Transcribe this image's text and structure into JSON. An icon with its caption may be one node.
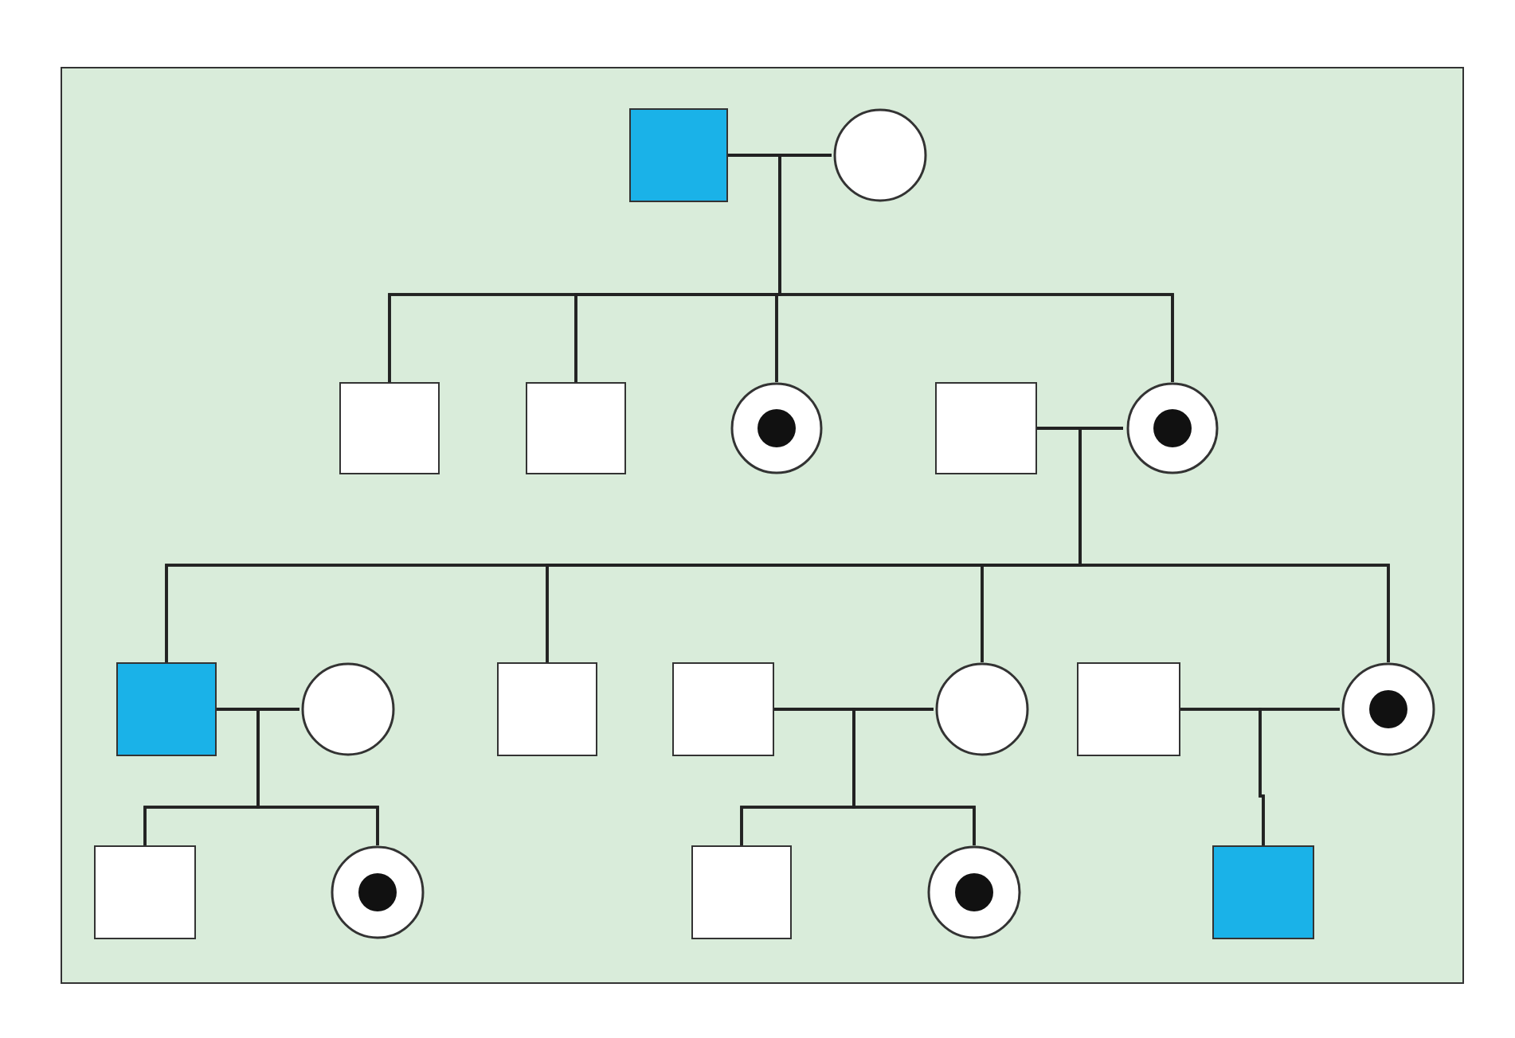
{
  "diagram": {
    "nodes": [
      {
        "text": [],
        "shape": "box"
      },
      {
        "text": [],
        "shape": "circle"
      },
      {
        "text": [],
        "shape": "box"
      },
      {
        "text": [],
        "shape": "box"
      },
      {
        "text": [],
        "shape": "circle"
      },
      {
        "text": [],
        "shape": "box"
      },
      {
        "text": [],
        "shape": "circle"
      },
      {
        "text": [],
        "shape": "box"
      },
      {
        "text": [],
        "shape": "circle"
      },
      {
        "text": [],
        "shape": "box"
      },
      {
        "text": [],
        "shape": "box"
      },
      {
        "text": [],
        "shape": "circle"
      },
      {
        "text": [],
        "shape": "box"
      },
      {
        "text": [],
        "shape": "circle"
      },
      {
        "text": [],
        "shape": "box"
      },
      {
        "text": [],
        "shape": "circle"
      },
      {
        "text": [],
        "shape": "box"
      },
      {
        "text": [],
        "shape": "circle"
      },
      {
        "text": [],
        "shape": "box"
      }
    ],
    "edges": [
      {
        "from": 0,
        "to": 1,
        "arrow": "none"
      },
      {
        "from": 0,
        "to": 2,
        "arrow": "none"
      },
      {
        "from": 1,
        "to": 2,
        "arrow": "none"
      },
      {
        "from": 0,
        "to": 3,
        "arrow": "none"
      },
      {
        "from": 1,
        "to": 3,
        "arrow": "none"
      },
      {
        "from": 0,
        "to": 4,
        "arrow": "none"
      },
      {
        "from": 1,
        "to": 4,
        "arrow": "none"
      },
      {
        "from": 0,
        "to": 6,
        "arrow": "none"
      },
      {
        "from": 1,
        "to": 6,
        "arrow": "none"
      },
      {
        "from": 5,
        "to": 6,
        "arrow": "none"
      },
      {
        "from": 5,
        "to": 7,
        "arrow": "none"
      },
      {
        "from": 6,
        "to": 7,
        "arrow": "none"
      },
      {
        "from": 5,
        "to": 9,
        "arrow": "none"
      },
      {
        "from": 6,
        "to": 9,
        "arrow": "none"
      },
      {
        "from": 5,
        "to": 11,
        "arrow": "none"
      },
      {
        "from": 6,
        "to": 11,
        "arrow": "none"
      },
      {
        "from": 5,
        "to": 13,
        "arrow": "none"
      },
      {
        "from": 6,
        "to": 13,
        "arrow": "none"
      },
      {
        "from": 7,
        "to": 8,
        "arrow": "none"
      },
      {
        "from": 7,
        "to": 14,
        "arrow": "none"
      },
      {
        "from": 8,
        "to": 14,
        "arrow": "none"
      },
      {
        "from": 7,
        "to": 15,
        "arrow": "none"
      },
      {
        "from": 8,
        "to": 15,
        "arrow": "none"
      },
      {
        "from": 10,
        "to": 11,
        "arrow": "none"
      },
      {
        "from": 10,
        "to": 16,
        "arrow": "none"
      },
      {
        "from": 11,
        "to": 16,
        "arrow": "none"
      },
      {
        "from": 10,
        "to": 17,
        "arrow": "none"
      },
      {
        "from": 11,
        "to": 17,
        "arrow": "none"
      },
      {
        "from": 12,
        "to": 13,
        "arrow": "none"
      },
      {
        "from": 12,
        "to": 18,
        "arrow": "none"
      },
      {
        "from": 13,
        "to": 18,
        "arrow": "none"
      }
    ]
  }
}
